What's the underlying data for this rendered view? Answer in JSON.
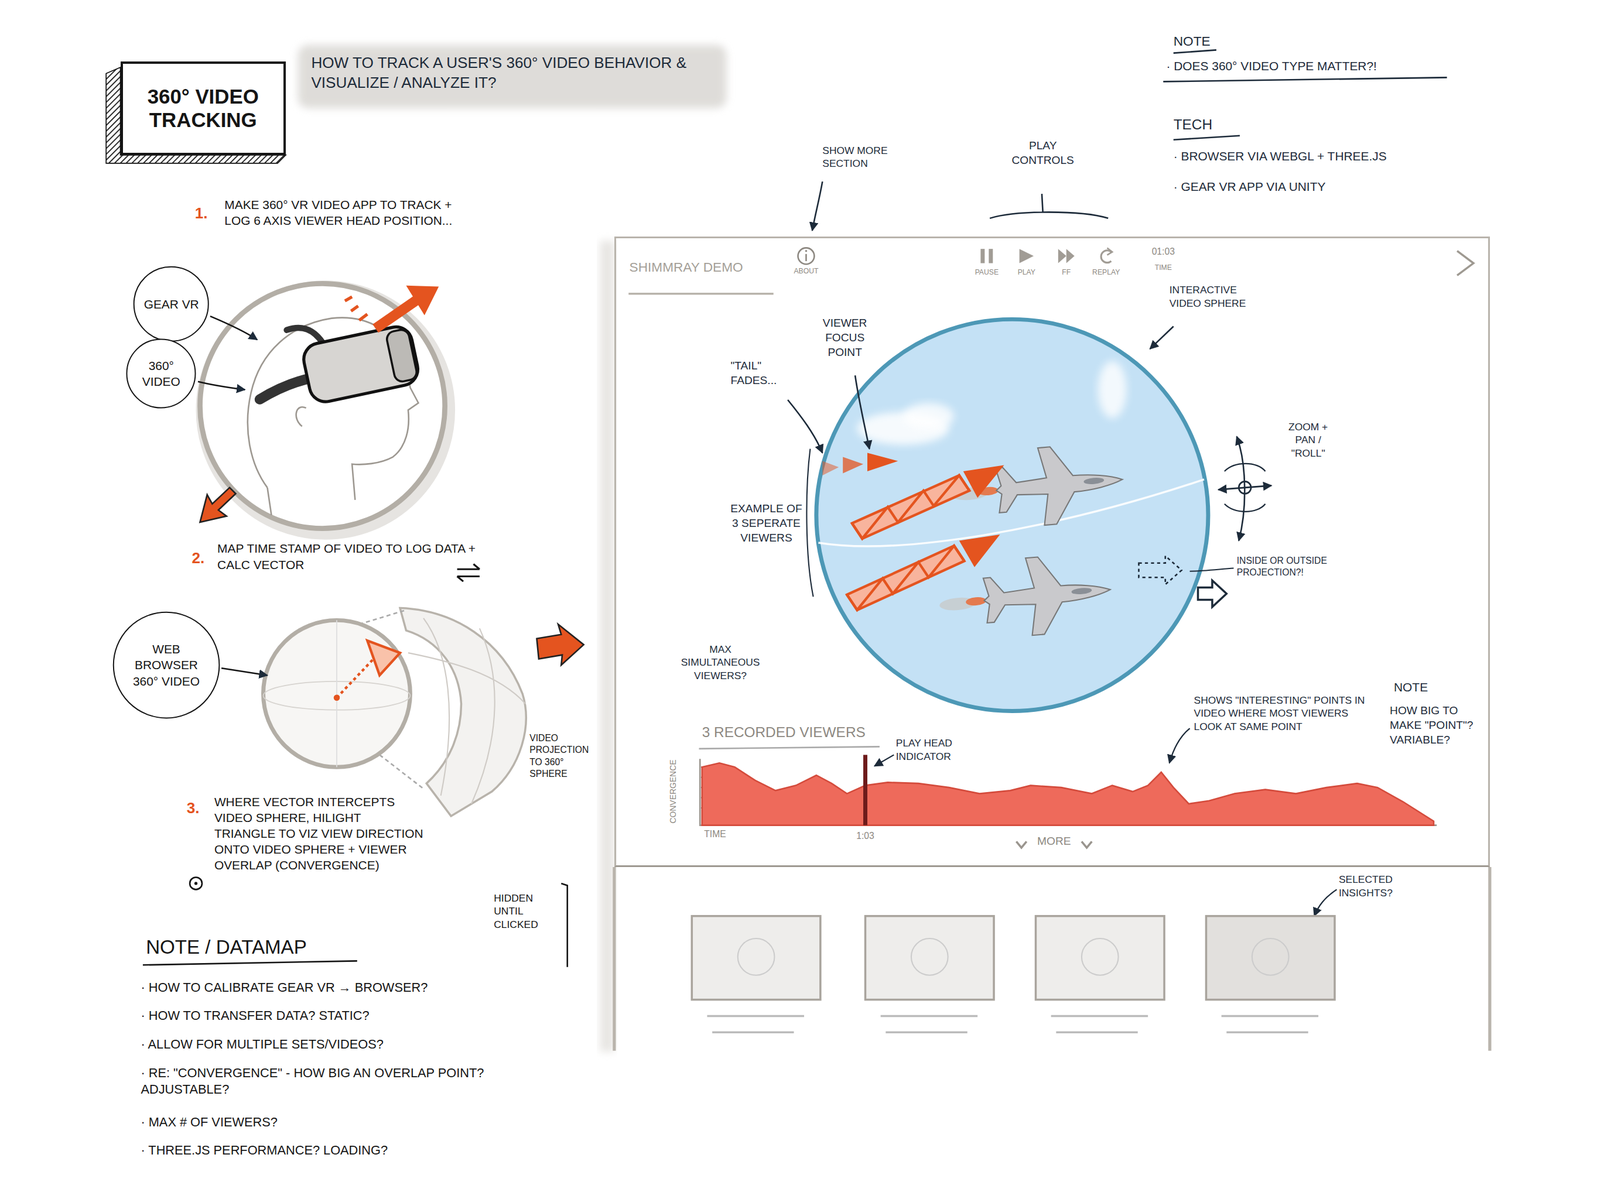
{
  "diagram": {
    "title": "360° VIDEO TRACKING",
    "nodes": [
      {
        "text": [
          "GEAR VR"
        ]
      },
      {
        "text": [
          "360° VIDEO"
        ]
      },
      {
        "text": [
          "WEB BROWSER 360° VIDEO"
        ]
      },
      {
        "text": [
          "SHIMMRAY DEMO"
        ]
      }
    ],
    "labels": [
      "HOW TO TRACK A USER'S 360° VIDEO BEHAVIOR & VISUALIZE / ANALYZE IT?",
      "NOTE",
      "· DOES 360° VIDEO TYPE MATTER?!",
      "TECH",
      "· BROWSER VIA WEBGL + THREE.JS",
      "· GEAR VR APP VIA UNITY",
      "1.",
      "MAKE 360° VR VIDEO APP TO TRACK + LOG 6 AXIS VIEWER HEAD POSITION...",
      "2.",
      "MAP TIME STAMP OF VIDEO TO LOG DATA + CALC VECTOR",
      "VIDEO PROJECTION TO 360° SPHERE",
      "3.",
      "WHERE VECTOR INTERCEPTS VIDEO SPHERE, HILIGHT TRIANGLE TO VIZ VIEW DIRECTION ONTO VIDEO SPHERE + VIEWER OVERLAP (CONVERGENCE)",
      "NOTE / DATAMAP",
      "· HOW TO CALIBRATE GEAR VR → BROWSER?",
      "· HOW TO TRANSFER DATA? STATIC?",
      "· ALLOW FOR MULTIPLE SETS/VIDEOS?",
      "· RE: \"CONVERGENCE\" - HOW BIG AN OVERLAP POINT? ADJUSTABLE?",
      "· MAX # OF VIEWERS?",
      "· THREE.JS PERFORMANCE? LOADING?",
      "HIDDEN UNTIL CLICKED",
      "SHOW MORE SECTION",
      "PLAY CONTROLS",
      "ABOUT",
      "PAUSE",
      "PLAY",
      "FF",
      "REPLAY",
      "01:03",
      "TIME",
      "INTERACTIVE VIDEO SPHERE",
      "VIEWER FOCUS POINT",
      "\"TAIL\" FADES...",
      "EXAMPLE OF 3 SEPERATE VIEWERS",
      "ZOOM + PAN / \"ROLL\"",
      "INSIDE OR OUTSIDE PROJECTION?!",
      "MAX SIMULTANEOUS VIEWERS?",
      "3 RECORDED VIEWERS",
      "CONVERGENCE",
      "PLAY HEAD INDICATOR",
      "TIME",
      "1:03",
      "MORE",
      "SHOWS \"INTERESTING\" POINTS IN VIDEO WHERE MOST VIEWERS LOOK AT SAME POINT",
      "NOTE",
      "HOW BIG TO MAKE \"POINT\"? VARIABLE?",
      "SELECTED INSIGHTS?"
    ]
  }
}
